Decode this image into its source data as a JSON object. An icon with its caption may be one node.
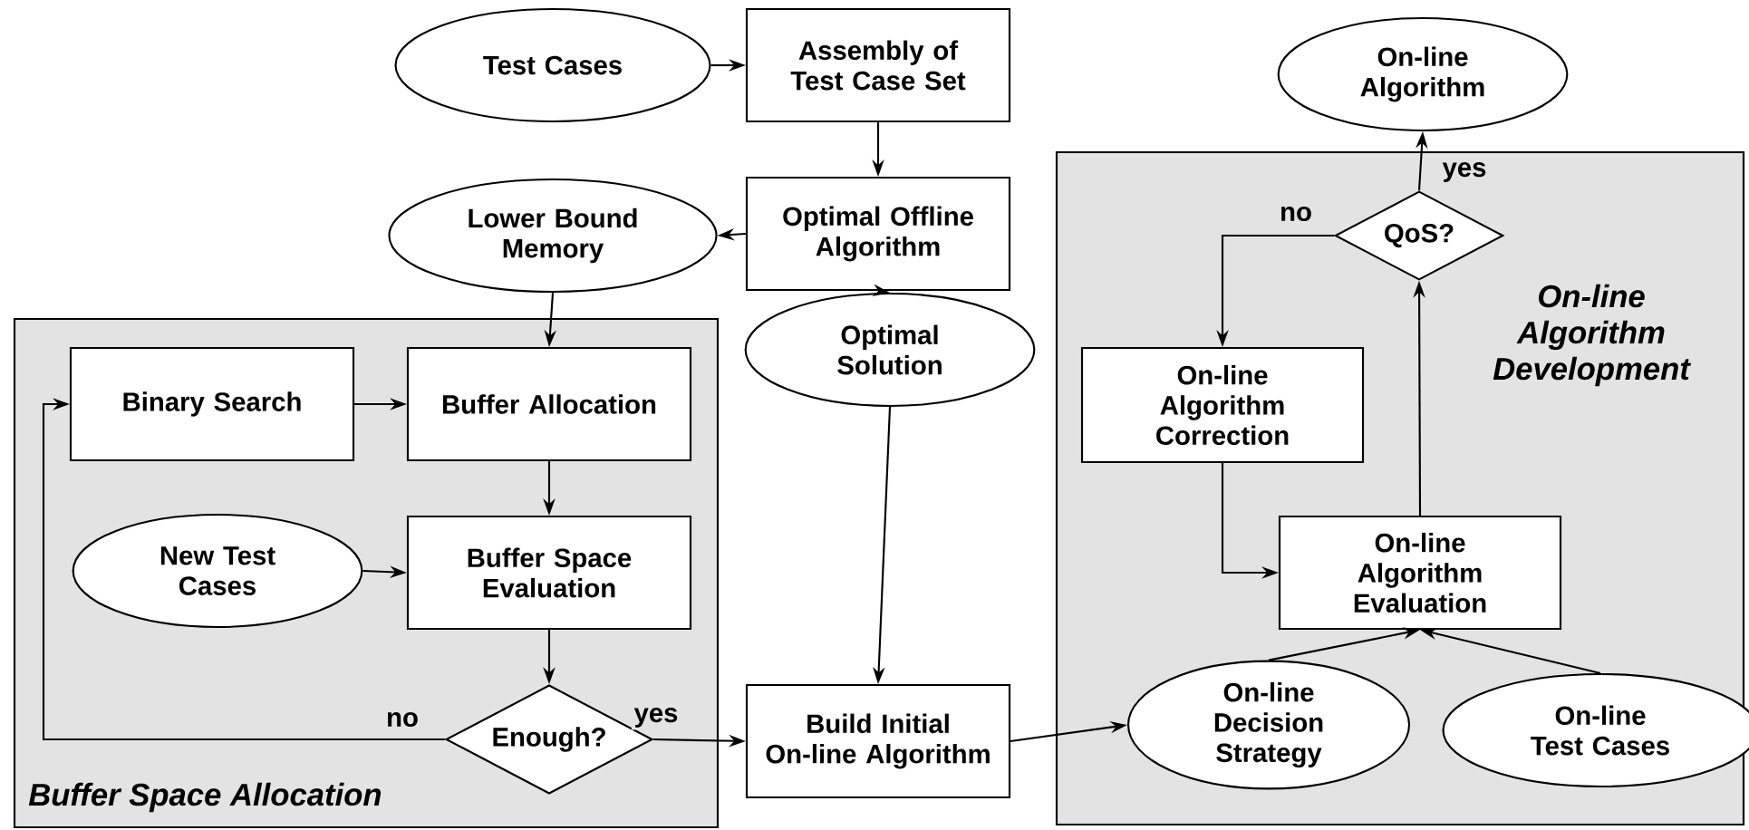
{
  "diagram": {
    "nodes": [
      {
        "text": [
          "Buffer Space Allocation"
        ]
      },
      {
        "text": [
          "On-line Algorithm Development"
        ]
      },
      {
        "text": [
          "Test Cases"
        ]
      },
      {
        "text": [
          "Assembly of Test Case Set"
        ]
      },
      {
        "text": [
          "Optimal Offline Algorithm"
        ]
      },
      {
        "text": [
          "Lower Bound Memory"
        ]
      },
      {
        "text": [
          "Optimal Solution"
        ]
      },
      {
        "text": [
          "Binary Search"
        ],
        "in": 0
      },
      {
        "text": [
          "Buffer Allocation"
        ],
        "in": 0
      },
      {
        "text": [
          "New Test Cases"
        ],
        "in": 0
      },
      {
        "text": [
          "Buffer Space Evaluation"
        ],
        "in": 0
      },
      {
        "text": [
          "Enough?"
        ],
        "in": 0
      },
      {
        "text": [
          "Build Initial On-line Algorithm"
        ]
      },
      {
        "text": [
          "On-line Algorithm"
        ]
      },
      {
        "text": [
          "QoS?"
        ],
        "in": 1
      },
      {
        "text": [
          "On-line Algorithm Correction"
        ],
        "in": 1
      },
      {
        "text": [
          "On-line Algorithm Evaluation"
        ],
        "in": 1
      },
      {
        "text": [
          "On-line Decision Strategy"
        ],
        "in": 1
      },
      {
        "text": [
          "On-line Test Cases"
        ],
        "in": 1
      }
    ],
    "edges": [
      {
        "from": 2,
        "to": 3,
        "arrow": "to"
      },
      {
        "from": 3,
        "to": 4,
        "arrow": "to"
      },
      {
        "from": 4,
        "to": 5,
        "arrow": "to"
      },
      {
        "from": 4,
        "to": 6,
        "arrow": "to"
      },
      {
        "from": 5,
        "to": 8,
        "arrow": "to"
      },
      {
        "from": 7,
        "to": 8,
        "arrow": "to"
      },
      {
        "from": 8,
        "to": 10,
        "arrow": "to"
      },
      {
        "from": 9,
        "to": 10,
        "arrow": "to"
      },
      {
        "from": 10,
        "to": 11,
        "arrow": "to"
      },
      {
        "from": 11,
        "to": 7,
        "arrow": "to",
        "label": "no"
      },
      {
        "from": 11,
        "to": 12,
        "arrow": "to",
        "label": "yes"
      },
      {
        "from": 6,
        "to": 12,
        "arrow": "to"
      },
      {
        "from": 12,
        "to": 17,
        "arrow": "to"
      },
      {
        "from": 17,
        "to": 16,
        "arrow": "to"
      },
      {
        "from": 18,
        "to": 16,
        "arrow": "to"
      },
      {
        "from": 16,
        "to": 14,
        "arrow": "to"
      },
      {
        "from": 14,
        "to": 13,
        "arrow": "to",
        "label": "yes"
      },
      {
        "from": 14,
        "to": 15,
        "arrow": "to",
        "label": "no"
      },
      {
        "from": 15,
        "to": 16,
        "arrow": "to"
      }
    ]
  }
}
